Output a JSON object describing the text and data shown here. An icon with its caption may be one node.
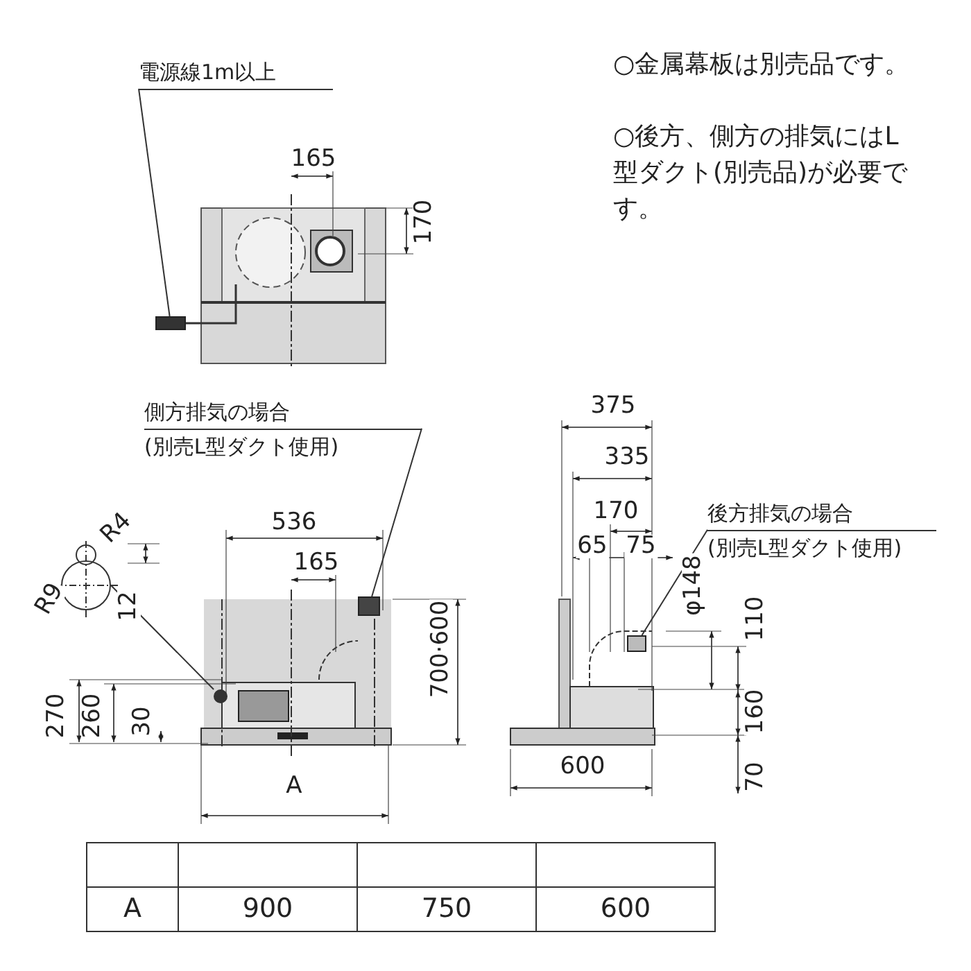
{
  "diagram": {
    "nodes": [
      {
        "text": [
          "電源線1m以上"
        ]
      },
      {
        "text": [],
        "shape": "box"
      },
      {
        "text": [
          "側方排気の場合",
          "(別売L型ダクト使用)"
        ]
      },
      {
        "text": [],
        "shape": "box"
      },
      {
        "text": [
          "後方排気の場合",
          "(別売L型ダクト使用)"
        ]
      },
      {
        "text": [],
        "shape": "box"
      },
      {
        "text": [],
        "shape": "circle"
      },
      {
        "text": [],
        "shape": "circle"
      }
    ],
    "edges": [
      {
        "from": 0,
        "to": 1,
        "arrow": "none"
      },
      {
        "from": 2,
        "to": 3,
        "arrow": "none"
      },
      {
        "from": 4,
        "to": 5,
        "arrow": "none"
      },
      {
        "from": 6,
        "to": 7,
        "arrow": "none"
      }
    ],
    "labels": [
      "○金属幕板は別売品です。",
      "○後方、側方の排気にはL型ダクト(別売品)が必要です。",
      "165",
      "170",
      "R4",
      "R9",
      "12",
      "536",
      "165",
      "270",
      "260",
      "30",
      "700·600",
      "A",
      "375",
      "335",
      "170",
      "65",
      "75",
      "φ148",
      "110",
      "160",
      "70",
      "600",
      "A",
      "900",
      "750",
      "600"
    ]
  }
}
